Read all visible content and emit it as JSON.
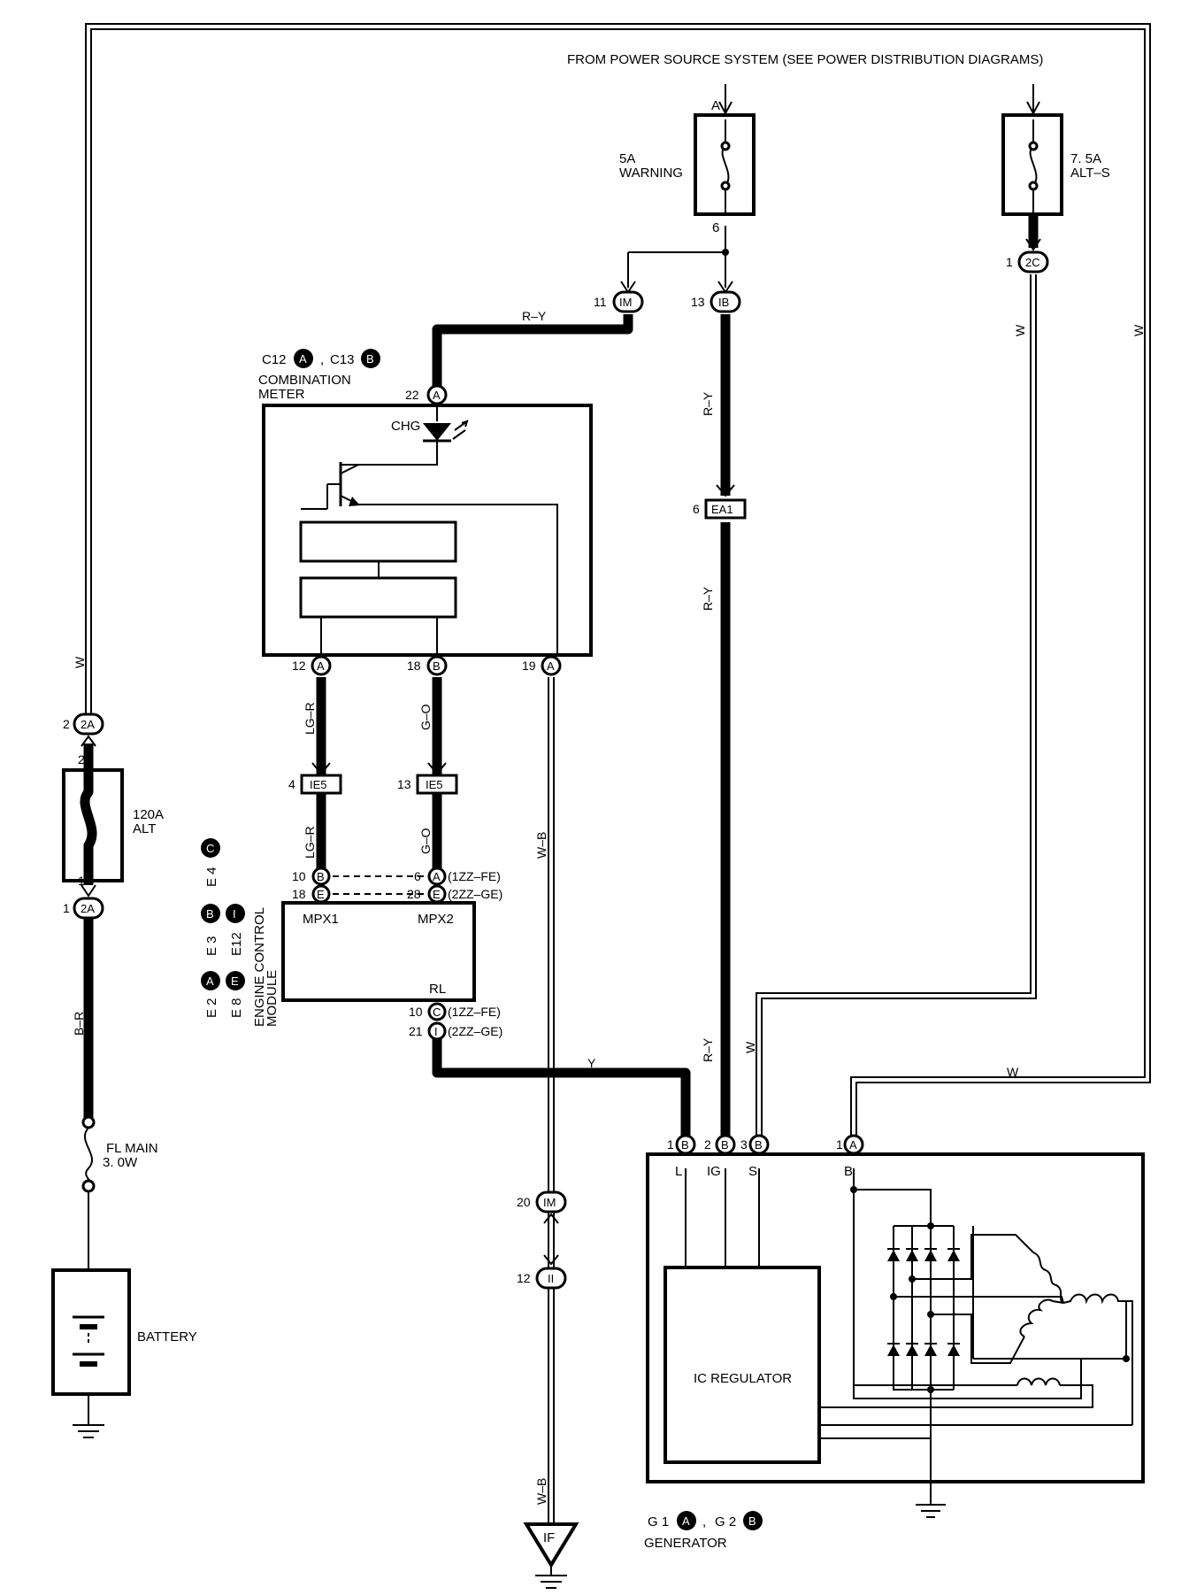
{
  "header": {
    "power_source": "FROM POWER SOURCE SYSTEM (SEE POWER DISTRIBUTION DIAGRAMS)"
  },
  "fuses": {
    "warning": {
      "pin_in": "A",
      "line1": "5A",
      "line2": "WARNING",
      "pin_out": "6"
    },
    "alt_s": {
      "line1": "7. 5A",
      "line2": "ALT–S"
    },
    "alt_120": {
      "line1": "120A",
      "line2": "ALT",
      "pin_top": "2",
      "pin_bottom": "1"
    },
    "fl_main": {
      "line1": "FL MAIN",
      "line2": "3. 0W"
    }
  },
  "connectors": {
    "im_top": {
      "pin": "11",
      "id": "IM"
    },
    "ib": {
      "pin": "13",
      "id": "IB"
    },
    "c2c": {
      "pin": "1",
      "id": "2C"
    },
    "ea1": {
      "pin": "6",
      "id": "EA1"
    },
    "a2_top": {
      "pin": "2",
      "id": "2A"
    },
    "a2_bottom": {
      "pin": "1",
      "id": "2A"
    },
    "ie5_left": {
      "pin": "4",
      "id": "IE5"
    },
    "ie5_right": {
      "pin": "13",
      "id": "IE5"
    },
    "im_bottom": {
      "pin": "20",
      "id": "IM"
    },
    "ii": {
      "pin": "12",
      "id": "II"
    },
    "if": {
      "id": "IF"
    }
  },
  "combination_meter": {
    "ref_a": "C12",
    "ref_a_letter": "A",
    "ref_b": "C13",
    "ref_b_letter": "B",
    "line1": "COMBINATION",
    "line2": "METER",
    "chg": "CHG",
    "pin_top": "22",
    "pin_top_letter": "A",
    "pin_12": "12",
    "pin_12_letter": "A",
    "pin_18": "18",
    "pin_18_letter": "B",
    "pin_19": "19",
    "pin_19_letter": "A"
  },
  "ecm": {
    "refs": [
      "E 4",
      "E 3",
      "E12",
      "E 2",
      "E 8"
    ],
    "ref_letters": [
      "C",
      "B",
      "I",
      "A",
      "E"
    ],
    "line1": "ENGINE CONTROL",
    "line2": "MODULE",
    "mpx1": "MPX1",
    "mpx2": "MPX2",
    "rl": "RL",
    "pins": {
      "p10": "10",
      "p10_letter": "B",
      "p18": "18",
      "p18_letter": "E",
      "p6": "6",
      "p6_letter": "A",
      "p6_note": "(1ZZ–FE)",
      "p28": "28",
      "p28_letter": "E",
      "p28_note": "(2ZZ–GE)",
      "rl10": "10",
      "rl10_letter": "C",
      "rl10_note": "(1ZZ–FE)",
      "rl21": "21",
      "rl21_letter": "I",
      "rl21_note": "(2ZZ–GE)"
    }
  },
  "wires": {
    "ry_top": "R–Y",
    "ry_1": "R–Y",
    "ry_2": "R–Y",
    "ry_3": "R–Y",
    "w_left": "W",
    "w_mid": "W",
    "w_right": "W",
    "w_gen_s": "W",
    "w_gen_b": "W",
    "lgr_1": "LG–R",
    "lgr_2": "LG–R",
    "go_1": "G–O",
    "go_2": "G–O",
    "wb_1": "W–B",
    "wb_2": "W–B",
    "br": "B–R",
    "y": "Y"
  },
  "battery": {
    "label": "BATTERY"
  },
  "generator": {
    "ref_1": "G 1",
    "ref_1_letter": "A",
    "ref_2": "G 2",
    "ref_2_letter": "B",
    "label": "GENERATOR",
    "regulator": "IC REGULATOR",
    "pins": [
      {
        "num": "1",
        "letter": "B",
        "term": "L"
      },
      {
        "num": "2",
        "letter": "B",
        "term": "IG"
      },
      {
        "num": "3",
        "letter": "B",
        "term": "S"
      },
      {
        "num": "1",
        "letter": "A",
        "term": "B"
      }
    ]
  }
}
